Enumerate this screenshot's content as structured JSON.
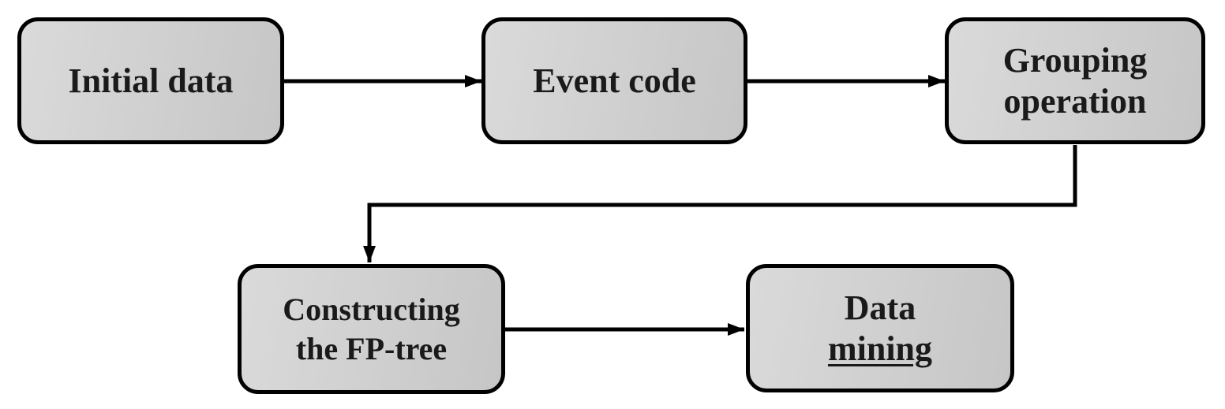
{
  "diagram_type": "flowchart",
  "background_color": "#ffffff",
  "node_style": {
    "border_color": "#000000",
    "fill_light": "#dadada",
    "fill_dark": "#c6c6c6",
    "text_color": "#1a1a1a"
  },
  "connector_color": "#000000",
  "nodes": [
    {
      "id": "initial-data",
      "lines": [
        "Initial data"
      ]
    },
    {
      "id": "event-code",
      "lines": [
        "Event code"
      ]
    },
    {
      "id": "grouping-operation",
      "lines": [
        "Grouping",
        "operation"
      ]
    },
    {
      "id": "constructing-fp-tree",
      "lines": [
        "Constructing",
        "the FP-tree"
      ]
    },
    {
      "id": "data-mining",
      "lines": [
        "Data",
        "mining"
      ],
      "underlined_word": "mining"
    }
  ],
  "edges": [
    {
      "from": "Initial data",
      "to": "Event code",
      "shape": "straight-right"
    },
    {
      "from": "Event code",
      "to": "Grouping operation",
      "shape": "straight-right"
    },
    {
      "from": "Grouping operation",
      "to": "Constructing the FP-tree",
      "shape": "elbow-down-left-down"
    },
    {
      "from": "Constructing the FP-tree",
      "to": "Data mining",
      "shape": "straight-right"
    }
  ]
}
